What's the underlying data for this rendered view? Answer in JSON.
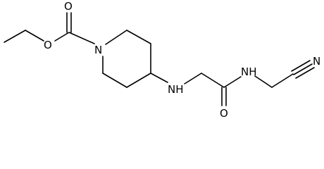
{
  "molecule": {
    "atoms": {
      "carbonyl_o_top": "O",
      "ester_o": "O",
      "ring_n": "N",
      "amine_nh": "NH",
      "amide_nh": "NH",
      "amide_o": "O",
      "nitrile_n": "N"
    }
  }
}
